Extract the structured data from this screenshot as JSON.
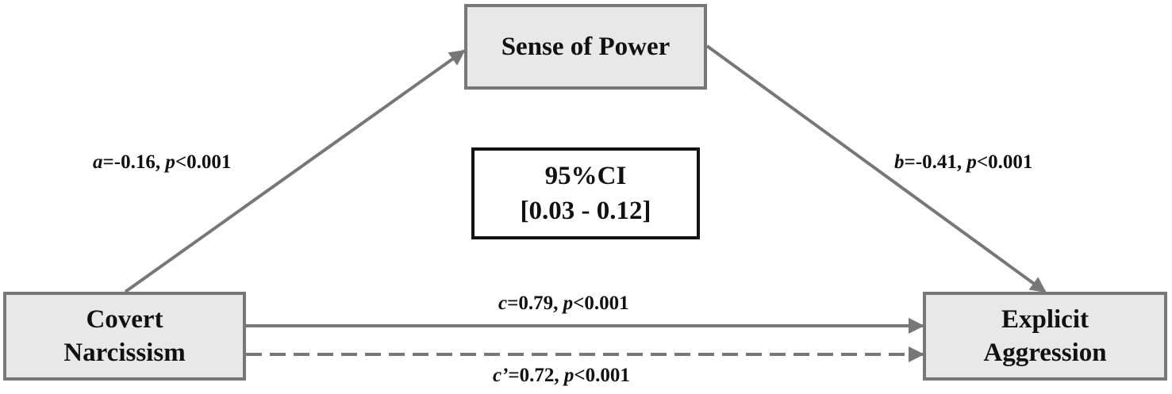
{
  "nodes": {
    "mediator": {
      "line1": "Sense of Power"
    },
    "predictor": {
      "line1": "Covert",
      "line2": "Narcissism"
    },
    "outcome": {
      "line1": "Explicit",
      "line2": "Aggression"
    }
  },
  "confidence_interval": {
    "title": "95%CI",
    "range": "[0.03 - 0.12]"
  },
  "paths": {
    "a": {
      "symbol": "a",
      "coef": "=-0.16, ",
      "p_symbol": "p",
      "p_value": "<0.001"
    },
    "b": {
      "symbol": "b",
      "coef": "=-0.41, ",
      "p_symbol": "p",
      "p_value": "<0.001"
    },
    "c": {
      "symbol": "c",
      "coef": "=0.79, ",
      "p_symbol": "p",
      "p_value": "<0.001"
    },
    "c_prime": {
      "symbol": "c’",
      "coef": "=0.72, ",
      "p_symbol": "p",
      "p_value": "<0.001"
    }
  },
  "colors": {
    "box_fill": "#e8e8e8",
    "box_border": "#777777",
    "arrow": "#777777",
    "text": "#111111"
  }
}
